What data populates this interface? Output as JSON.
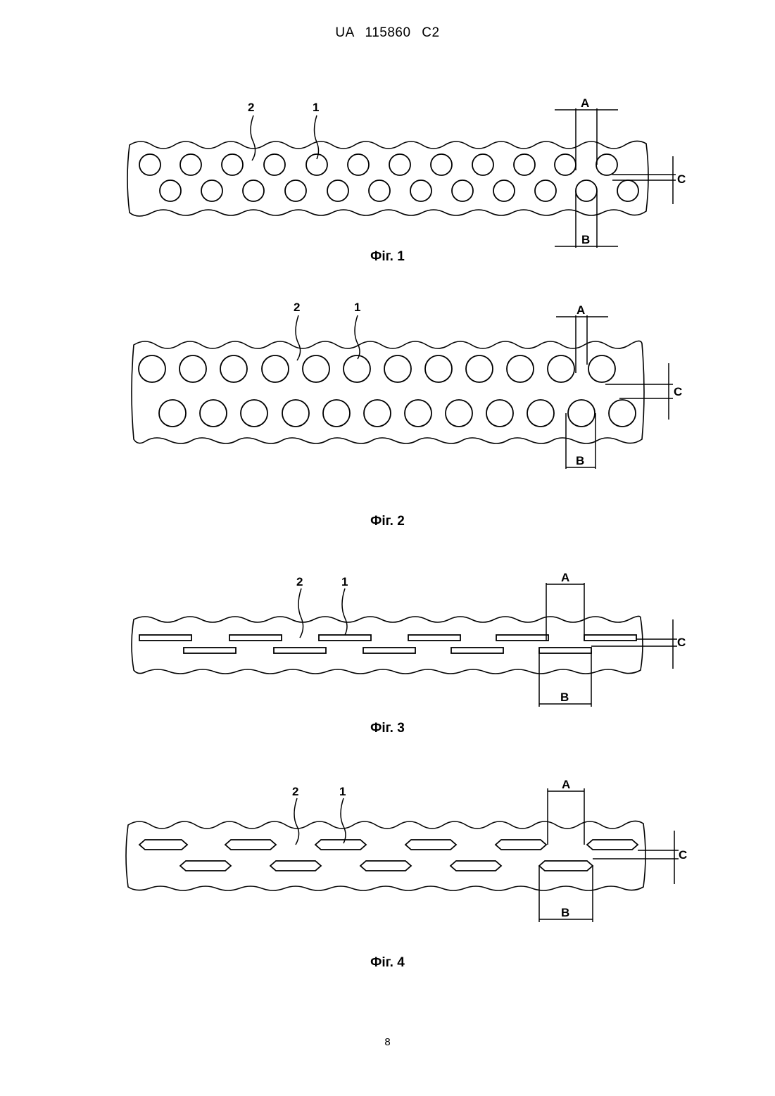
{
  "header": {
    "doc_number": "UA   115860   C2"
  },
  "page_number": "8",
  "figures": [
    {
      "caption": "Фіг. 1",
      "labels": {
        "strip": "2",
        "hole": "1",
        "a": "A",
        "b": "B",
        "c": "C"
      }
    },
    {
      "caption": "Фіг. 2",
      "labels": {
        "strip": "2",
        "hole": "1",
        "a": "A",
        "b": "B",
        "c": "C"
      }
    },
    {
      "caption": "Фіг. 3",
      "labels": {
        "strip": "2",
        "hole": "1",
        "a": "A",
        "b": "B",
        "c": "C"
      }
    },
    {
      "caption": "Фіг. 4",
      "labels": {
        "strip": "2",
        "hole": "1",
        "a": "A",
        "b": "B",
        "c": "C"
      }
    }
  ]
}
